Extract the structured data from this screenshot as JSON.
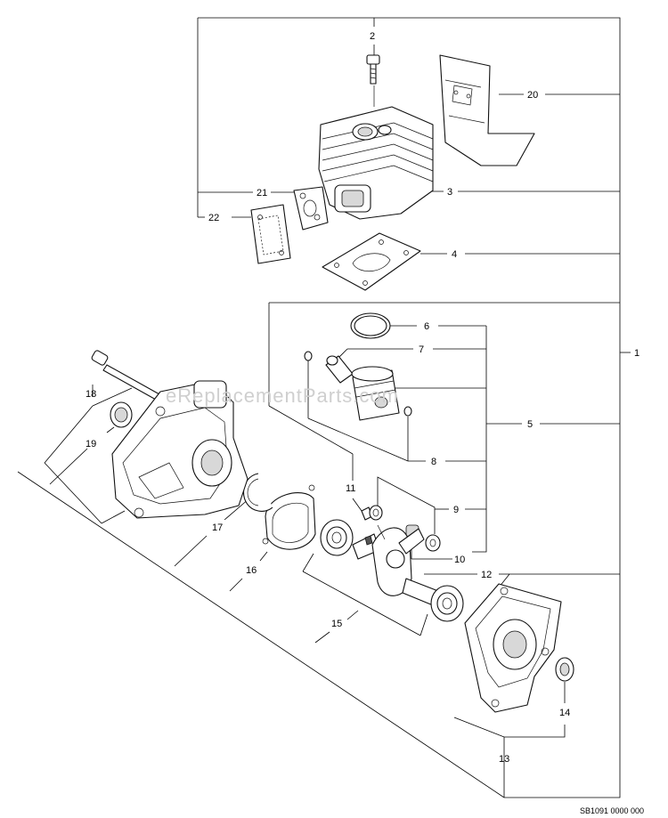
{
  "callouts": {
    "n1": "1",
    "n2": "2",
    "n3": "3",
    "n4": "4",
    "n5": "5",
    "n6": "6",
    "n7": "7",
    "n8": "8",
    "n9": "9",
    "n10": "10",
    "n11": "11",
    "n12": "12",
    "n13": "13",
    "n14": "14",
    "n15": "15",
    "n16": "16",
    "n17": "17",
    "n18": "18",
    "n19": "19",
    "n20": "20",
    "n21": "21",
    "n22": "22"
  },
  "watermark": "eReplacementParts.com",
  "footer_code": "SB1091 0000 000"
}
